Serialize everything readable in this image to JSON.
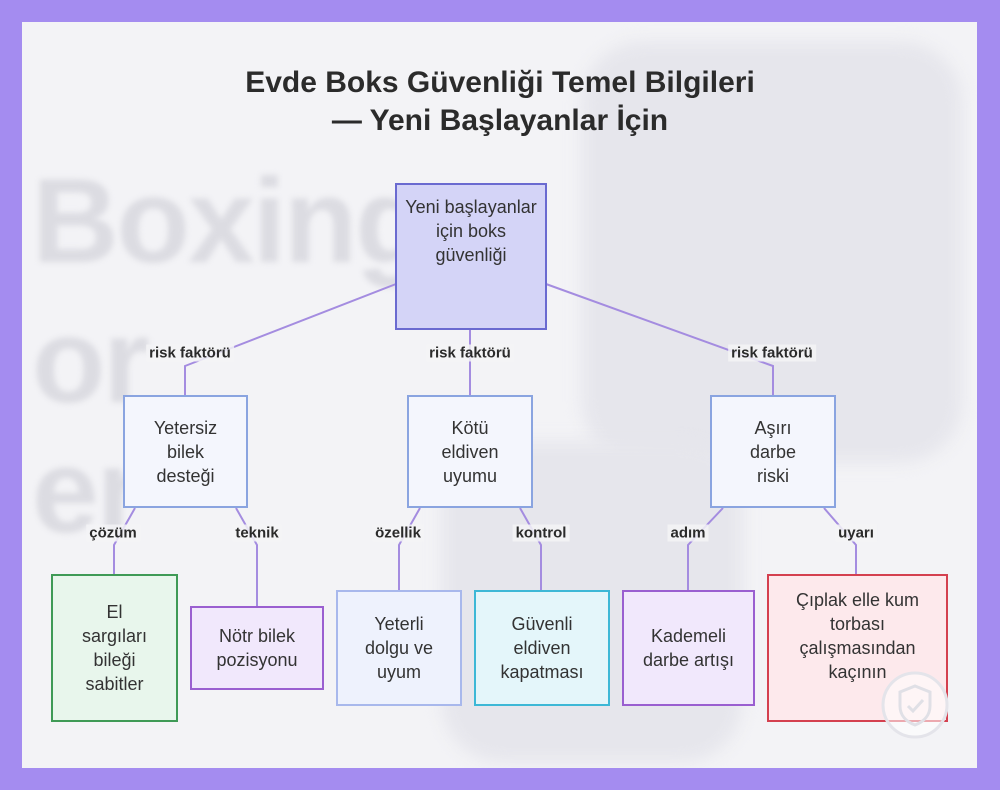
{
  "title_line1": "Evde Boks Güvenliği Temel Bilgileri",
  "title_line2": "— Yeni Başlayanlar İçin",
  "background_text": [
    "Boxing",
    "or",
    "er"
  ],
  "colors": {
    "frame": "#a48cf0",
    "edge": "#a48ce0",
    "root_fill": "#d4d4f7",
    "root_border": "#6a6ad0",
    "level1_fill": "#f4f6fd",
    "level1_border": "#8aa4e0",
    "green_fill": "#e8f6ec",
    "green_border": "#3f9a56",
    "purple_fill": "#f1e8fc",
    "purple_border": "#9a5fd0",
    "blue_fill": "#eef2fd",
    "blue_border": "#a8b8ec",
    "cyan_fill": "#e4f6fa",
    "cyan_border": "#3db8d6",
    "red_fill": "#fde9ec",
    "red_border": "#d4404f"
  },
  "nodes": {
    "root": "Yeni başlayanlar için boks güvenliği",
    "wrist": "Yetersiz bilek desteği",
    "glove": "Kötü eldiven uyumu",
    "impact": "Aşırı darbe riski",
    "wraps": "El sargıları bileği sabitler",
    "neutral": "Nötr bilek pozisyonu",
    "padding": "Yeterli dolgu ve uyum",
    "closure": "Güvenli eldiven kapatması",
    "gradual": "Kademeli darbe artışı",
    "bare": "Çıplak elle kum torbası çalışmasından kaçının"
  },
  "edges": {
    "root_wrist": "risk faktörü",
    "root_glove": "risk faktörü",
    "root_impact": "risk faktörü",
    "wrist_wraps": "çözüm",
    "wrist_neutral": "teknik",
    "glove_padding": "özellik",
    "glove_closure": "kontrol",
    "impact_gradual": "adım",
    "impact_bare": "uyarı"
  }
}
